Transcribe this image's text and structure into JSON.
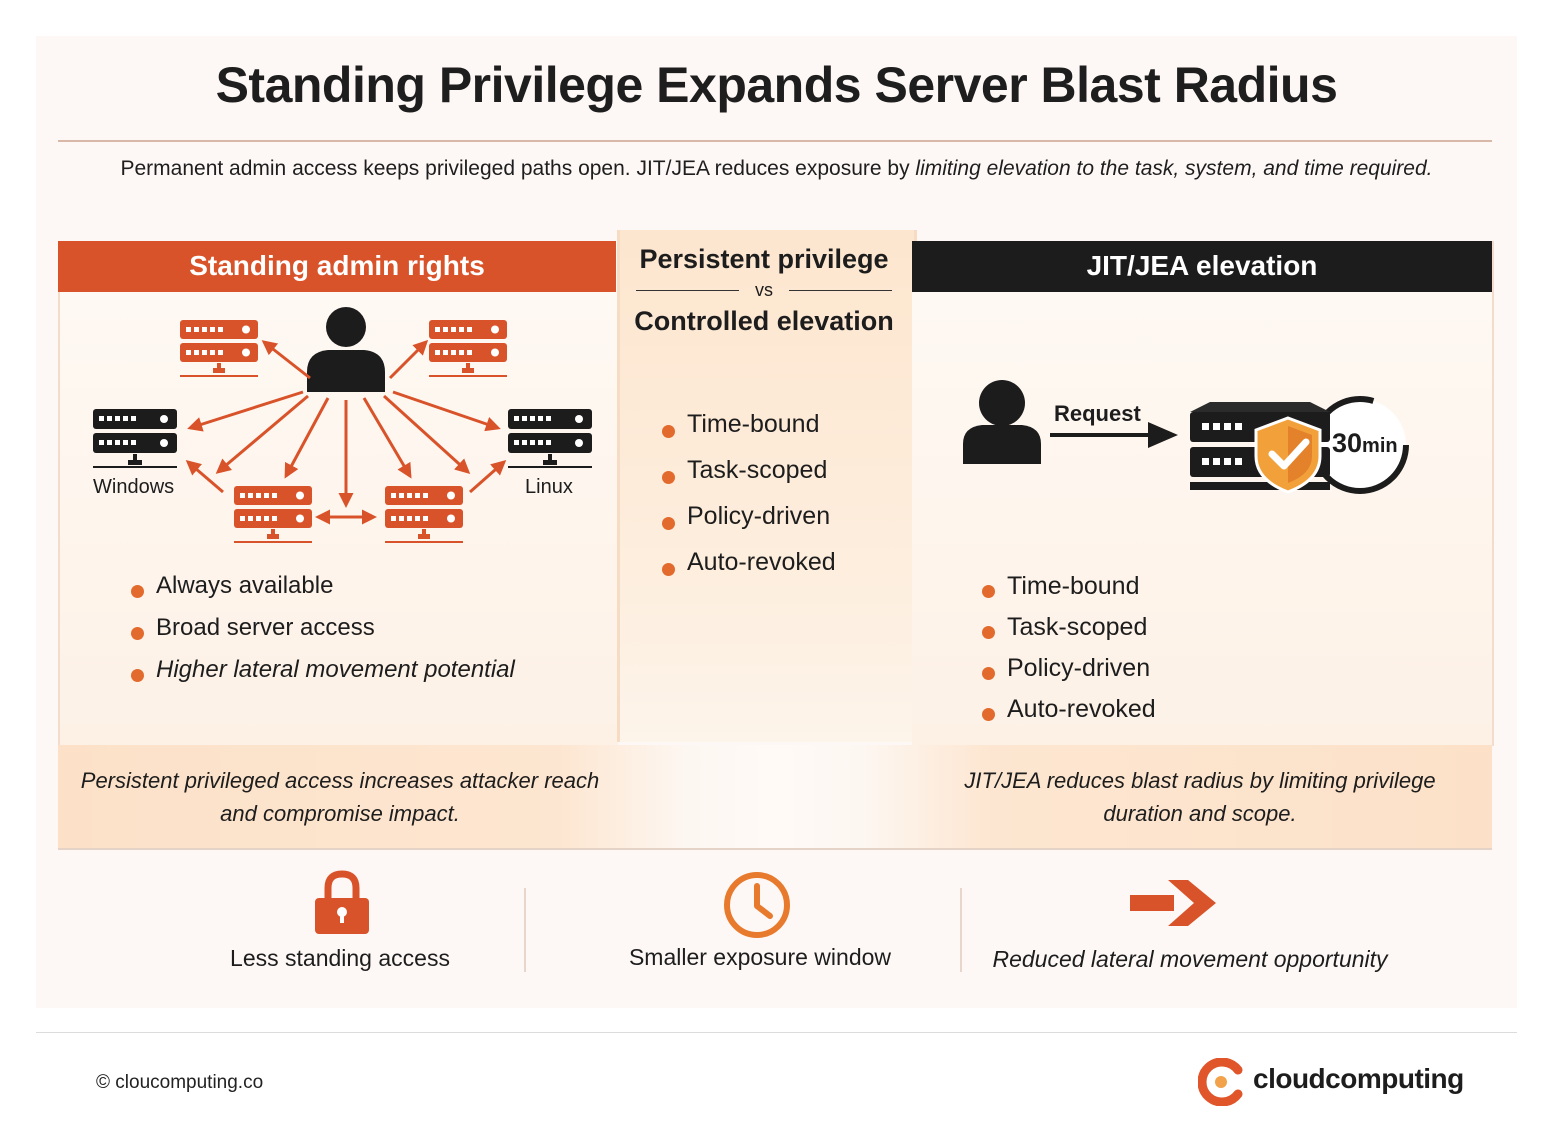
{
  "title": "Standing Privilege Expands Server Blast Radius",
  "subtitle_plain": "Permanent admin access keeps privileged paths open. JIT/JEA reduces exposure by ",
  "subtitle_italic": "limiting elevation to the task, system, and time required.",
  "left_panel": {
    "header": "Standing admin rights",
    "label_windows": "Windows",
    "label_linux": "Linux",
    "bullets": [
      "Always available",
      "Broad server access",
      "Higher lateral movement potential"
    ],
    "caption": "Persistent privileged access increases attacker reach and compromise impact."
  },
  "middle_panel": {
    "heading_top": "Persistent privilege",
    "vs": "vs",
    "heading_bottom": "Controlled elevation",
    "bullets": [
      "Time-bound",
      "Task-scoped",
      "Policy-driven",
      "Auto-revoked"
    ]
  },
  "right_panel": {
    "header": "JIT/JEA elevation",
    "request_label": "Request",
    "timer_value": "30",
    "timer_unit": "min",
    "bullets": [
      "Time-bound",
      "Task-scoped",
      "Policy-driven",
      "Auto-revoked"
    ],
    "caption": "JIT/JEA reduces blast radius by limiting privilege duration and scope."
  },
  "benefits": [
    {
      "icon": "lock-icon",
      "label": "Less standing access"
    },
    {
      "icon": "clock-icon",
      "label": "Smaller exposure window"
    },
    {
      "icon": "arrow-right-icon",
      "label": "Reduced lateral movement opportunity"
    }
  ],
  "footer": {
    "copyright": "© cloucomputing.co",
    "brand": "cloudcomputing"
  },
  "colors": {
    "accent_orange": "#d9532a",
    "bullet_orange": "#e26a2c",
    "dark": "#1c1c1c",
    "panel_peach": "#fde6cf"
  }
}
